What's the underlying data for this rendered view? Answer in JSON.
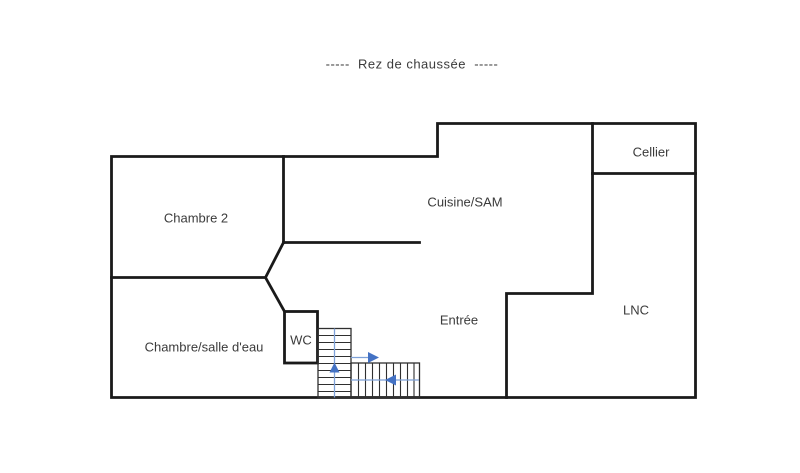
{
  "title": "-----  Rez de chaussée  -----",
  "plan": {
    "floor_name": "Rez de chaussée",
    "rooms": [
      {
        "id": "chambre-2",
        "label": "Chambre 2"
      },
      {
        "id": "cuisine-sam",
        "label": "Cuisine/SAM"
      },
      {
        "id": "cellier",
        "label": "Cellier"
      },
      {
        "id": "lnc",
        "label": "LNC"
      },
      {
        "id": "entree",
        "label": "Entrée"
      },
      {
        "id": "wc",
        "label": "WC"
      },
      {
        "id": "chambre-salle-deau",
        "label": "Chambre/salle d'eau"
      }
    ],
    "stairs": {
      "flights": 2,
      "direction_arrows": [
        "up",
        "right",
        "left"
      ]
    }
  },
  "colors": {
    "background": "#ffffff",
    "wall": "#1a1a1a",
    "stair_line": "#2f2f2f",
    "guide_blue": "#7ea1d8",
    "arrow_blue": "#4472c4",
    "text": "#3b3b3b"
  }
}
